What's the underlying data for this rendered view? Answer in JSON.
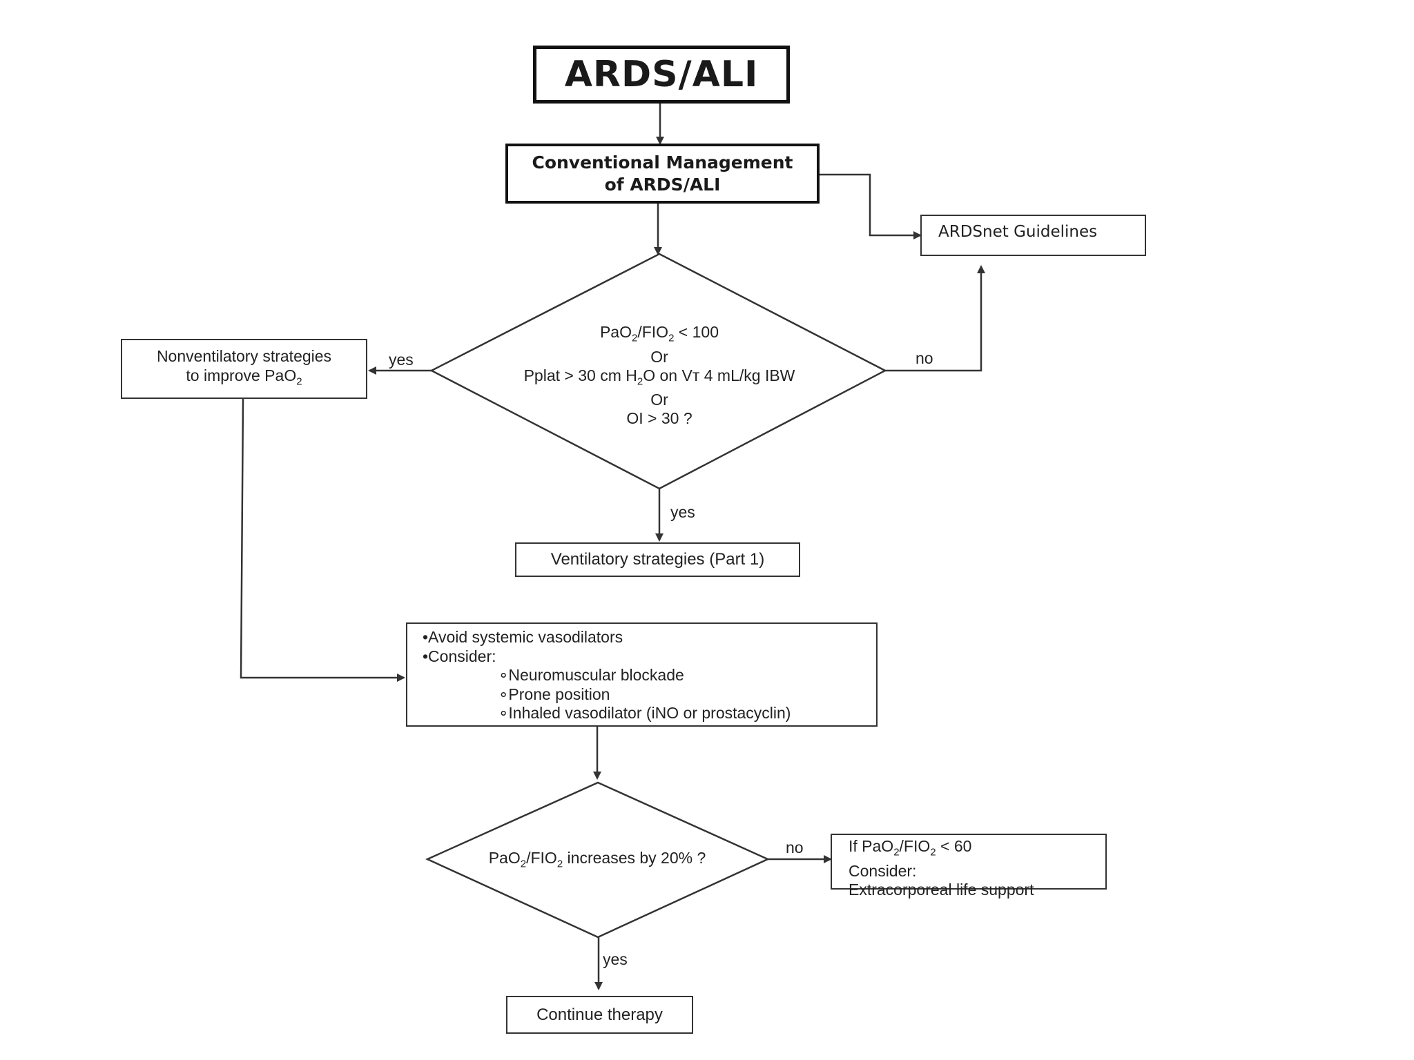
{
  "nodes": {
    "title": "ARDS/ALI",
    "conventional": {
      "line1": "Conventional Management",
      "line2": "of ARDS/ALI"
    },
    "ardsnet": "ARDSnet Guidelines",
    "decision1": {
      "line1_pre": "PaO",
      "line1_sub1": "2",
      "line1_mid": "/FIO",
      "line1_sub2": "2",
      "line1_post": " < 100",
      "or1": "Or",
      "line3_pre": "Pplat > 30 cm H",
      "line3_sub": "2",
      "line3_post": "O on Vᴛ  4 mL/kg IBW",
      "or2": "Or",
      "line5": "OI > 30 ?"
    },
    "nonventilatory": {
      "line1": "Nonventilatory strategies",
      "line2_pre": "to improve PaO",
      "line2_sub": "2"
    },
    "ventilatory": "Ventilatory strategies (Part 1)",
    "consider_box": {
      "item1": "•Avoid systemic vasodilators",
      "item2": "•Consider:",
      "sub1": "∘Neuromuscular blockade",
      "sub2": "∘Prone position",
      "sub3": "∘Inhaled vasodilator (iNO or prostacyclin)"
    },
    "decision2": {
      "pre": "PaO",
      "sub1": "2",
      "mid": "/FIO",
      "sub2": "2",
      "post": " increases by 20% ?"
    },
    "ecls": {
      "line1_pre": "If PaO",
      "line1_sub1": "2",
      "line1_mid": "/FIO",
      "line1_sub2": "2",
      "line1_post": " < 60",
      "line2": "Consider:",
      "line3": "Extracorporeal life support"
    },
    "continue": "Continue therapy"
  },
  "edge_labels": {
    "d1_left_yes": "yes",
    "d1_right_no": "no",
    "d1_down_yes": "yes",
    "d2_right_no": "no",
    "d2_down_yes": "yes"
  }
}
